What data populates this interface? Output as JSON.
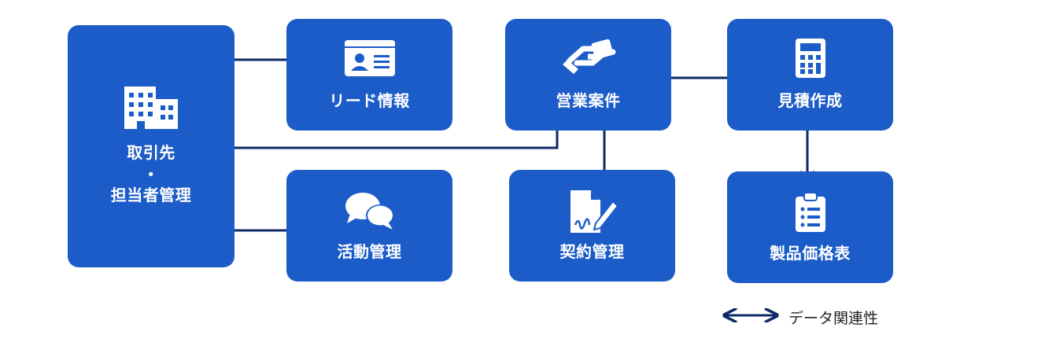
{
  "nodes": {
    "customer": {
      "line1": "取引先",
      "line2": "・",
      "line3": "担当者管理",
      "icon": "building-icon"
    },
    "lead": {
      "label": "リード情報",
      "icon": "id-card-icon"
    },
    "activity": {
      "label": "活動管理",
      "icon": "chat-bubbles-icon"
    },
    "deal": {
      "label": "営業案件",
      "icon": "handshake-icon"
    },
    "contract": {
      "label": "契約管理",
      "icon": "signature-document-icon"
    },
    "quote": {
      "label": "見積作成",
      "icon": "calculator-icon"
    },
    "pricelist": {
      "label": "製品価格表",
      "icon": "clipboard-list-icon"
    }
  },
  "legend": {
    "label": "データ関連性"
  },
  "colors": {
    "box": "#1b5cc8",
    "arrow": "#0d2a66",
    "text": "#ffffff"
  }
}
